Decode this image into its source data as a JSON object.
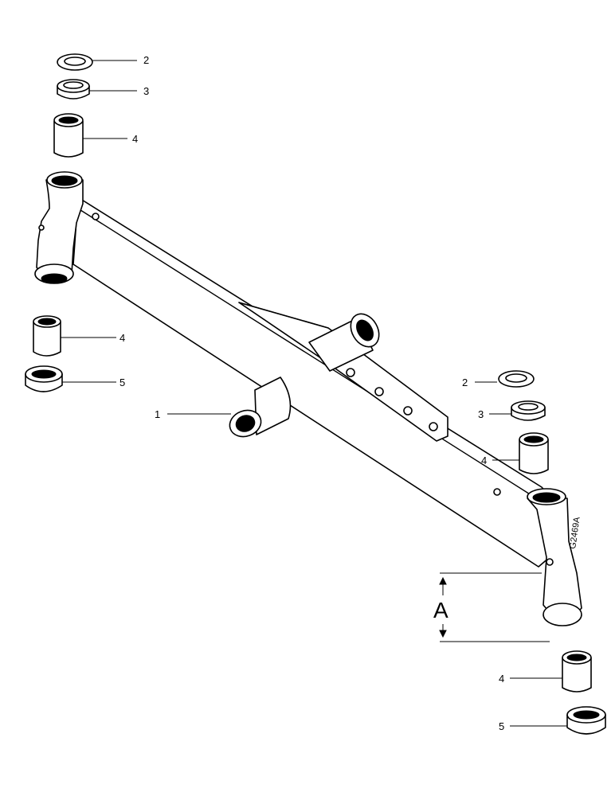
{
  "drawing": {
    "reference_code": "G2469A",
    "dimension_label": "A"
  },
  "callouts": {
    "left": {
      "washer": "2",
      "bushing_flange": "3",
      "bushing_top": "4",
      "bushing_bottom": "4",
      "bearing": "5"
    },
    "center": {
      "pivot": "1"
    },
    "right": {
      "washer": "2",
      "bushing_flange": "3",
      "bushing_top": "4",
      "bushing_bottom": "4",
      "bearing": "5"
    }
  }
}
